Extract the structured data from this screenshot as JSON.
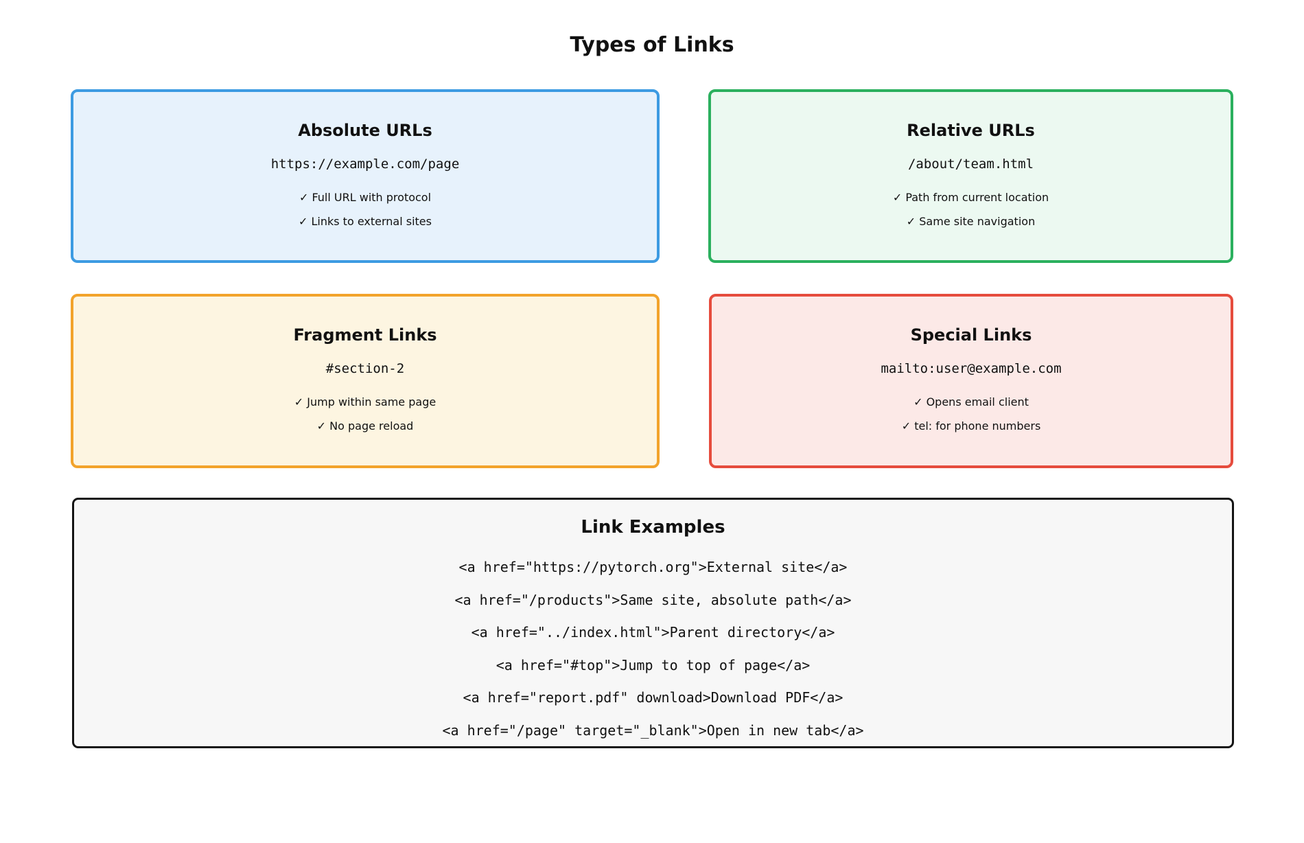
{
  "page_title": "Types of Links",
  "cards": [
    {
      "title": "Absolute URLs",
      "example": "https://example.com/page",
      "points": [
        "✓ Full URL with protocol",
        "✓ Links to external sites"
      ],
      "border_color": "#3d9be2",
      "bg_color": "#e7f2fc"
    },
    {
      "title": "Relative URLs",
      "example": "/about/team.html",
      "points": [
        "✓ Path from current location",
        "✓ Same site navigation"
      ],
      "border_color": "#2bb05e",
      "bg_color": "#ecf9f1"
    },
    {
      "title": "Fragment Links",
      "example": "#section-2",
      "points": [
        "✓ Jump within same page",
        "✓ No page reload"
      ],
      "border_color": "#f2a32b",
      "bg_color": "#fdf5e1"
    },
    {
      "title": "Special Links",
      "example": "mailto:user@example.com",
      "points": [
        "✓ Opens email client",
        "✓ tel: for phone numbers"
      ],
      "border_color": "#e64c3d",
      "bg_color": "#fce9e7"
    }
  ],
  "examples": {
    "title": "Link Examples",
    "border_color": "#141414",
    "bg_color": "#f7f7f7",
    "lines": [
      "<a href=\"https://pytorch.org\">External site</a>",
      "<a href=\"/products\">Same site, absolute path</a>",
      "<a href=\"../index.html\">Parent directory</a>",
      "<a href=\"#top\">Jump to top of page</a>",
      "<a href=\"report.pdf\" download>Download PDF</a>",
      "<a href=\"/page\" target=\"_blank\">Open in new tab</a>"
    ]
  }
}
